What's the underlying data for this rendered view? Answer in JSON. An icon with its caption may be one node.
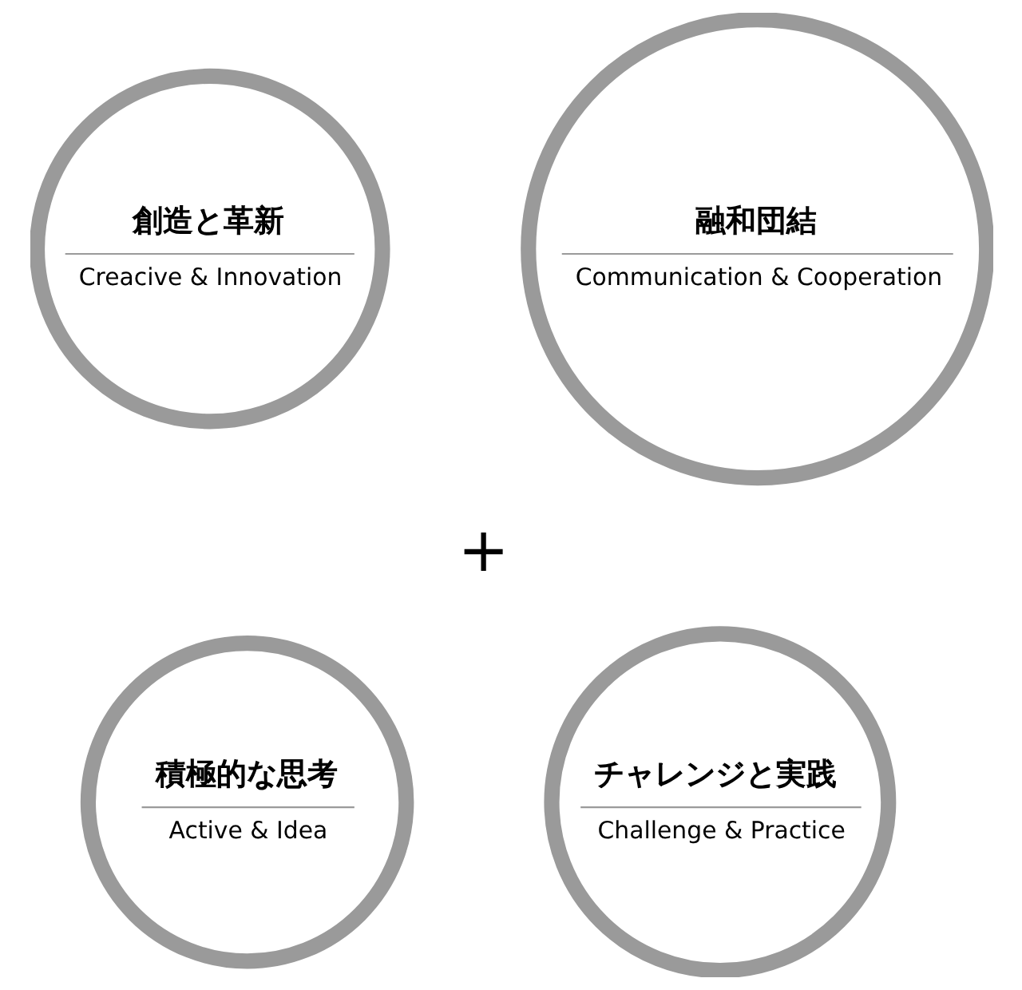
{
  "diagram": {
    "nodes": [
      {
        "text": [
          "創造と革新",
          "Creacive & Innovation"
        ]
      },
      {
        "text": [
          "融和団結",
          "Communication & Cooperation"
        ]
      },
      {
        "text": [
          "積極的な思考",
          "Active & Idea"
        ]
      },
      {
        "text": [
          "チャレンジと実践",
          "Challenge & Practice"
        ]
      }
    ],
    "labels": [
      "+"
    ]
  }
}
